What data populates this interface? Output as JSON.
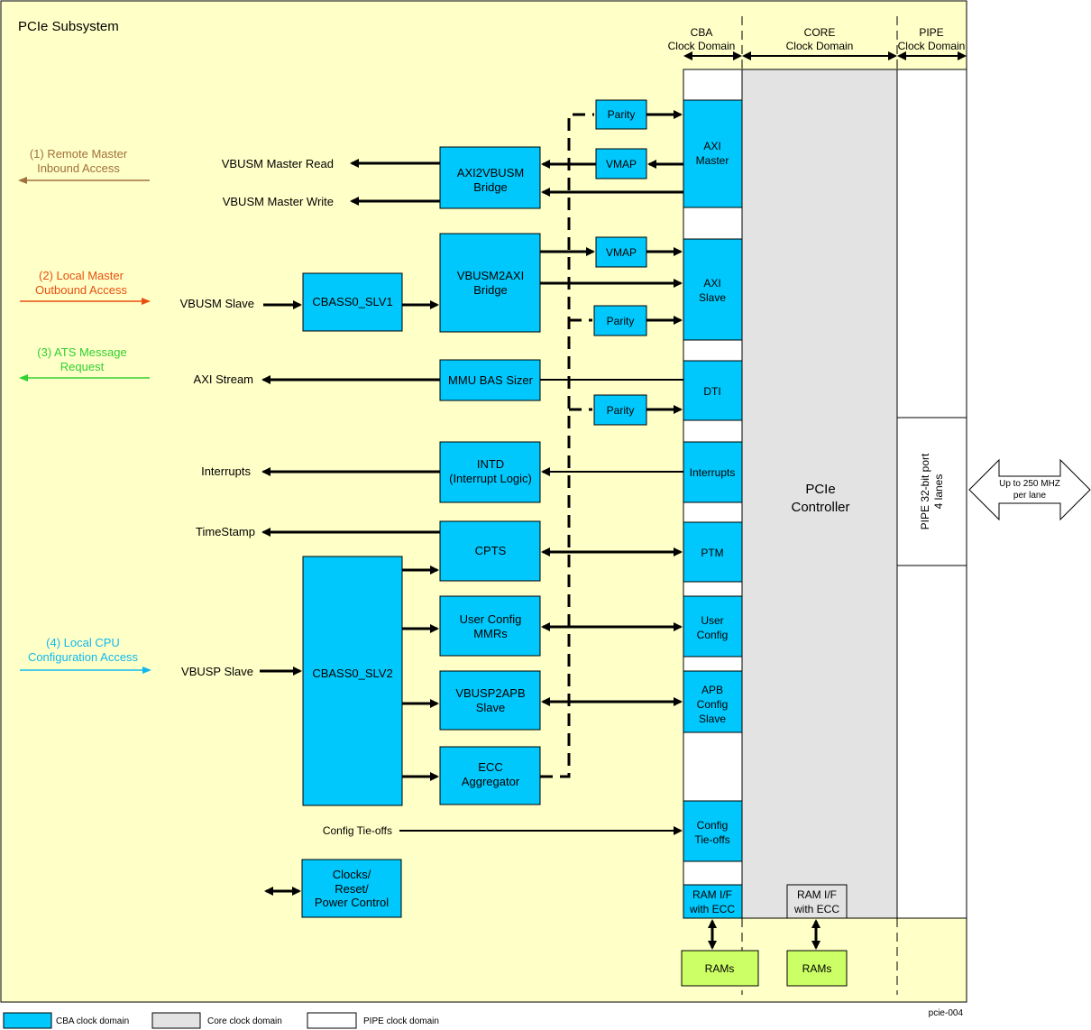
{
  "title": "PCIe Subsystem",
  "figure_id": "pcie-004",
  "domains": {
    "cba": [
      "CBA",
      "Clock Domain"
    ],
    "core": [
      "CORE",
      "Clock Domain"
    ],
    "pipe": [
      "PIPE",
      "Clock Domain"
    ]
  },
  "sources": {
    "remote_master": [
      "(1) Remote Master",
      "Inbound Access"
    ],
    "local_master": [
      "(2) Local Master",
      "Outbound Access"
    ],
    "ats": [
      "(3) ATS Message",
      "Request"
    ],
    "local_cpu": [
      "(4) Local CPU",
      "Configuration Access"
    ]
  },
  "signals": {
    "master_read": "VBUSM Master Read",
    "master_write": "VBUSM Master Write",
    "vbusm_slave": "VBUSM Slave",
    "axi_stream": "AXI Stream",
    "interrupts": "Interrupts",
    "timestamp": "TimeStamp",
    "vbusp_slave": "VBUSP Slave",
    "config_tieoffs": "Config Tie-offs"
  },
  "blocks": {
    "axi2vbusm": [
      "AXI2VBUSM",
      "Bridge"
    ],
    "vbusm2axi": [
      "VBUSM2AXI",
      "Bridge"
    ],
    "cbass0_slv1": "CBASS0_SLV1",
    "cbass0_slv2": "CBASS0_SLV2",
    "mmu_bas_sizer": "MMU BAS Sizer",
    "intd": [
      "INTD",
      "(Interrupt Logic)"
    ],
    "cpts": "CPTS",
    "user_config_mmrs": [
      "User Config",
      "MMRs"
    ],
    "vbusp2apb": [
      "VBUSP2APB",
      "Slave"
    ],
    "ecc_aggregator": [
      "ECC",
      "Aggregator"
    ],
    "clocks": [
      "Clocks/",
      "Reset/",
      "Power Control"
    ],
    "parity": "Parity",
    "vmap": "VMAP",
    "rams": "RAMs"
  },
  "ports": {
    "axi_master": [
      "AXI",
      "Master"
    ],
    "axi_slave": [
      "AXI",
      "Slave"
    ],
    "dti": "DTI",
    "interrupts": "Interrupts",
    "ptm": "PTM",
    "user_config": [
      "User",
      "Config"
    ],
    "apb_config_slave": [
      "APB",
      "Config",
      "Slave"
    ],
    "config_tieoffs": [
      "Config",
      "Tie-offs"
    ],
    "ram_if_ecc": [
      "RAM I/F",
      "with ECC"
    ]
  },
  "controller": [
    "PCIe",
    "Controller"
  ],
  "pipe_port": [
    "PIPE 32-bit port",
    "4 lanes"
  ],
  "pipe_speed": [
    "Up to 250 MHZ",
    "per lane"
  ],
  "legend": {
    "cba": "CBA clock domain",
    "core": "Core clock domain",
    "pipe": "PIPE clock domain"
  },
  "colors": {
    "background": "#ffffc8",
    "cba_block": "#00c8fc",
    "core": "#e3e3e3",
    "rams": "#ccff66",
    "remote_master": "#a0703c",
    "local_master": "#e85010",
    "ats": "#30d030",
    "local_cpu": "#10b8f0"
  }
}
